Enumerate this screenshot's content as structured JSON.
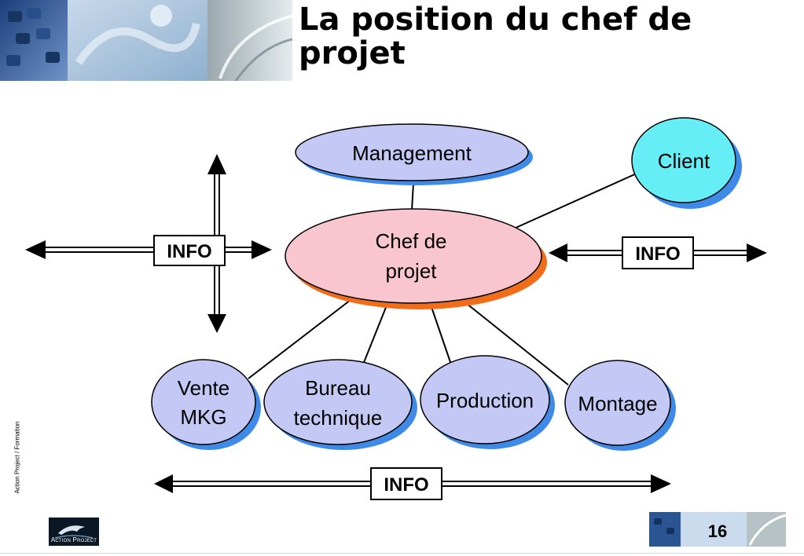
{
  "title": "La position du chef de projet",
  "nodes": {
    "management": "Management",
    "client": "Client",
    "chef_line1": "Chef de",
    "chef_line2": "projet",
    "vente_line1": "Vente",
    "vente_line2": "MKG",
    "bureau_line1": "Bureau",
    "bureau_line2": "technique",
    "production": "Production",
    "montage": "Montage"
  },
  "info_labels": {
    "left": "INFO",
    "right": "INFO",
    "bottom": "INFO"
  },
  "footer": {
    "side_credit": "Action Project /   Formation",
    "logo_text": "Action Project",
    "page_number": "16"
  },
  "colors": {
    "node_fill": "#c3c8f5",
    "node_shadow": "#3f8ae6",
    "chef_fill": "#f9c6d0",
    "chef_shadow": "#f06d1c",
    "client_fill": "#66eef6"
  }
}
